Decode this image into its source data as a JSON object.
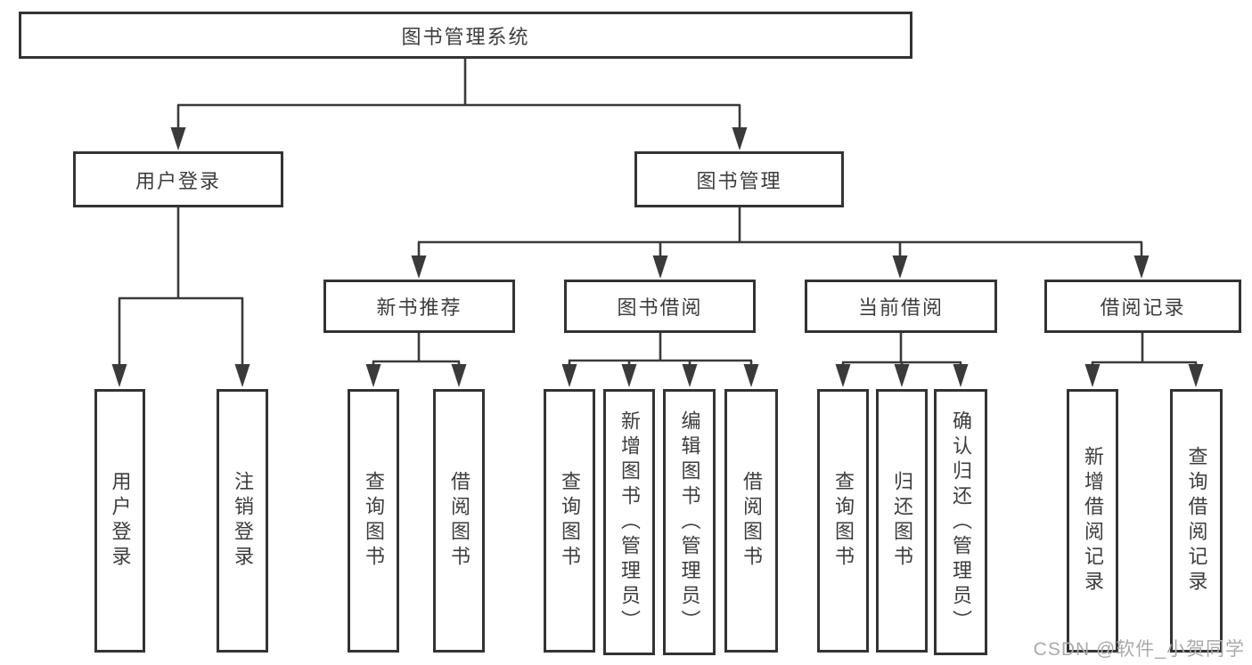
{
  "diagram_title": "图书管理系统",
  "tree": {
    "label": "图书管理系统",
    "children": [
      {
        "label": "用户登录",
        "children": [
          {
            "label": "用户登录"
          },
          {
            "label": "注销登录"
          }
        ]
      },
      {
        "label": "图书管理",
        "children": [
          {
            "label": "新书推荐",
            "children": [
              {
                "label": "查询图书"
              },
              {
                "label": "借阅图书"
              }
            ]
          },
          {
            "label": "图书借阅",
            "children": [
              {
                "label": "查询图书"
              },
              {
                "label": "新增图书（管理员）"
              },
              {
                "label": "编辑图书（管理员）"
              },
              {
                "label": "借阅图书"
              }
            ]
          },
          {
            "label": "当前借阅",
            "children": [
              {
                "label": "查询图书"
              },
              {
                "label": "归还图书"
              },
              {
                "label": "确认归还（管理员）"
              }
            ]
          },
          {
            "label": "借阅记录",
            "children": [
              {
                "label": "新增借阅记录"
              },
              {
                "label": "查询借阅记录"
              }
            ]
          }
        ]
      }
    ]
  },
  "watermark": {
    "text": "CSDN @软件_小贺同学"
  },
  "colors": {
    "line": "#3a3a3a",
    "box_border": "#333333",
    "text": "#3d3d3d",
    "watermark": "#aaaaaa",
    "background": "#ffffff"
  }
}
